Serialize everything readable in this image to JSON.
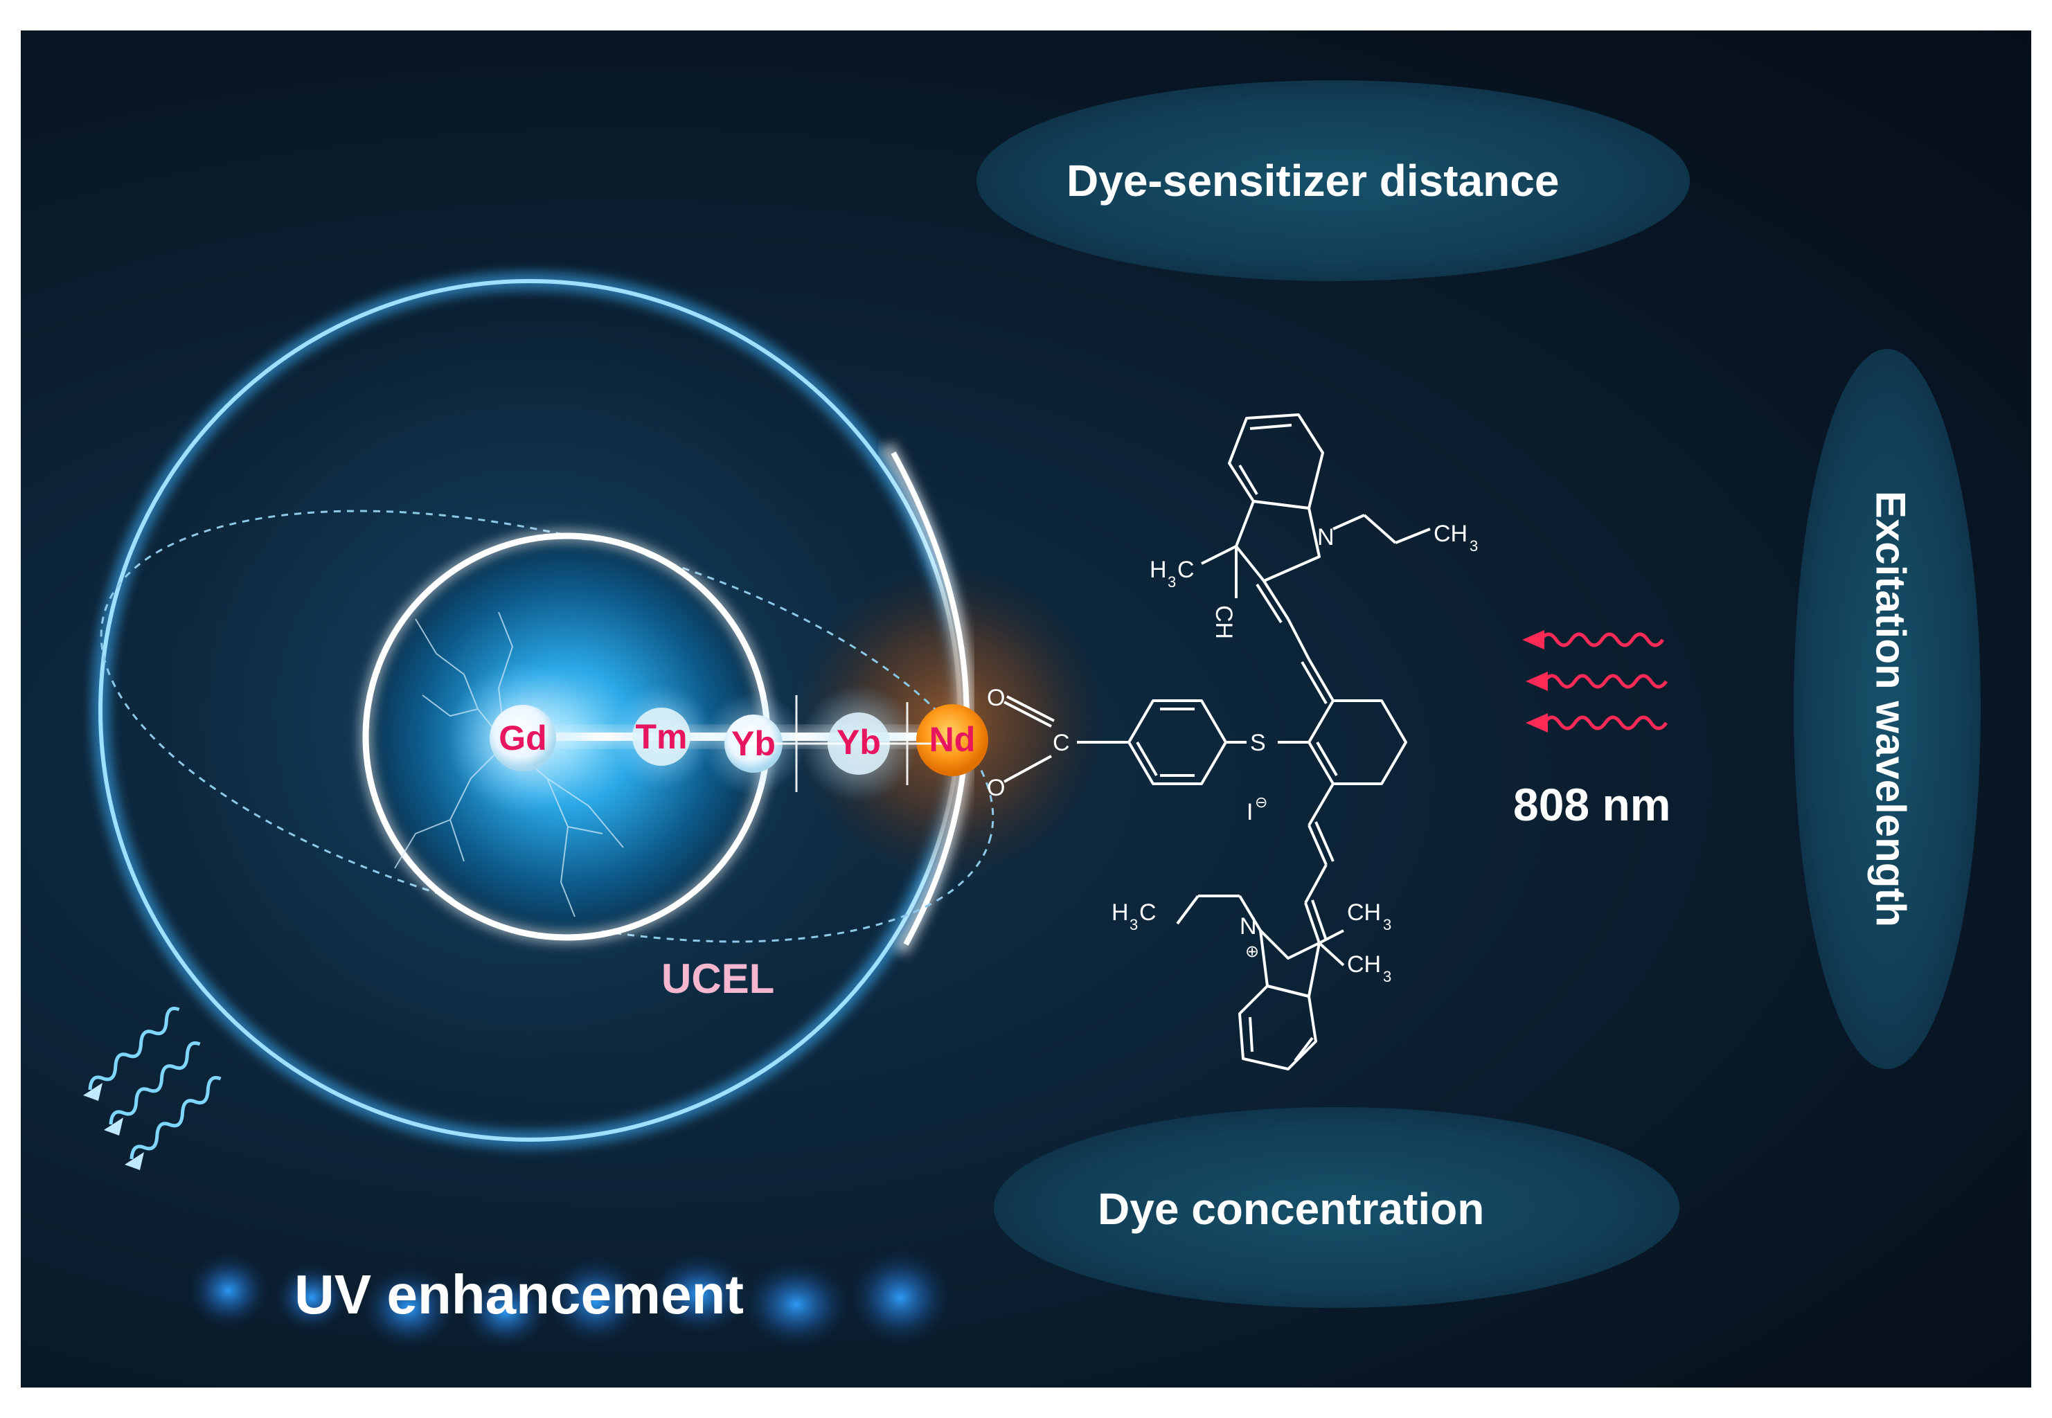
{
  "labels": {
    "dye_sensitizer_distance": "Dye-sensitizer distance",
    "excitation_wavelength": "Excitation wavelength",
    "dye_concentration": "Dye concentration",
    "uv_enhancement": "UV enhancement",
    "wavelength_value": "808 nm",
    "ucel": "UCEL"
  },
  "atoms": {
    "gd": "Gd",
    "tm": "Tm",
    "yb1": "Yb",
    "yb2": "Yb",
    "nd": "Nd"
  },
  "chem": {
    "n_top": "N",
    "ch3_top_right": "CH",
    "h3c_top": "H",
    "ch3_top_down": "CH",
    "sub3": "3",
    "c_label": "C",
    "o_top": "O",
    "o_bottom": "O",
    "s_label": "S",
    "iodide": "I",
    "n_bottom": "N",
    "h3c_bottom": "H",
    "ch3_bottom_1": "CH",
    "ch3_bottom_2": "CH"
  },
  "colors": {
    "background": "#0b1d2e",
    "ring_blue": "#3fb4ff",
    "atom_label": "#e8155f",
    "nd_atom": "#ff9a1a",
    "wave_red": "#ff2a55",
    "ucel_pink": "#f7b7cf"
  }
}
